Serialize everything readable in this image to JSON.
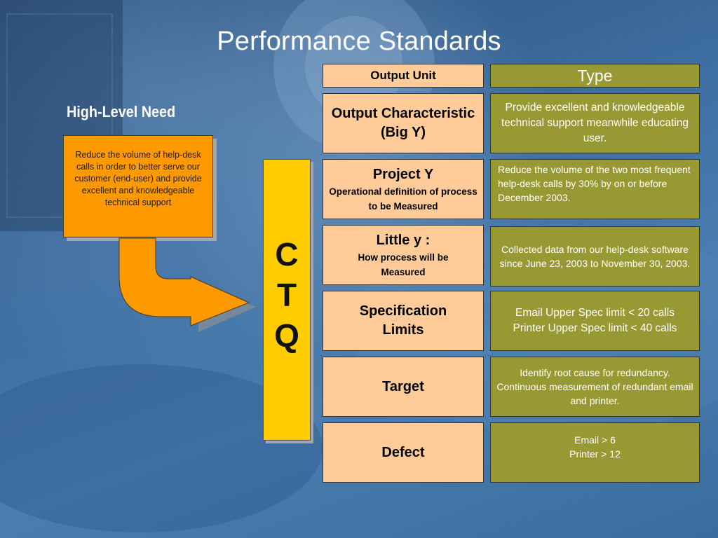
{
  "title": "Performance Standards",
  "high_level_need": {
    "label": "High-Level Need",
    "text": "Reduce the volume of help-desk calls in order to better serve our customer (end-user) and provide excellent and knowledgeable technical support"
  },
  "ctq": {
    "letters": [
      "C",
      "T",
      "Q"
    ]
  },
  "header": {
    "left": "Output Unit",
    "right": "Type"
  },
  "rows": [
    {
      "left_lines": [
        "Output Characteristic",
        "(Big Y)"
      ],
      "right_lines": [
        "Provide excellent and knowledgeable",
        "technical support meanwhile educating",
        "user."
      ]
    },
    {
      "left_title": "Project Y",
      "left_sub_lines": [
        "Operational definition of process",
        "to be Measured"
      ],
      "right_lines": [
        "Reduce the volume of the two most frequent",
        "help-desk calls by 30% by on or before",
        "December 2003."
      ]
    },
    {
      "left_title": "Little y :",
      "left_sub_lines": [
        "How process will be",
        "Measured"
      ],
      "right_lines": [
        "Collected data from our help-desk software",
        "since June 23, 2003 to November 30, 2003."
      ]
    },
    {
      "left_lines": [
        "Specification",
        "Limits"
      ],
      "right_lines": [
        "Email Upper Spec limit < 20 calls",
        "Printer Upper Spec limit < 40 calls"
      ]
    },
    {
      "left_lines": [
        "Target"
      ],
      "right_lines": [
        "Identify root cause for redundancy.",
        "Continuous measurement of redundant email",
        "and printer."
      ]
    },
    {
      "left_lines": [
        "Defect"
      ],
      "right_lines": [
        "Email > 6",
        "Printer > 12"
      ]
    }
  ],
  "colors": {
    "need_box": "#ff9900",
    "ctq": "#ffcc00",
    "output_cell": "#ffcc99",
    "type_cell": "#999933",
    "arrow": "#ff9900"
  }
}
